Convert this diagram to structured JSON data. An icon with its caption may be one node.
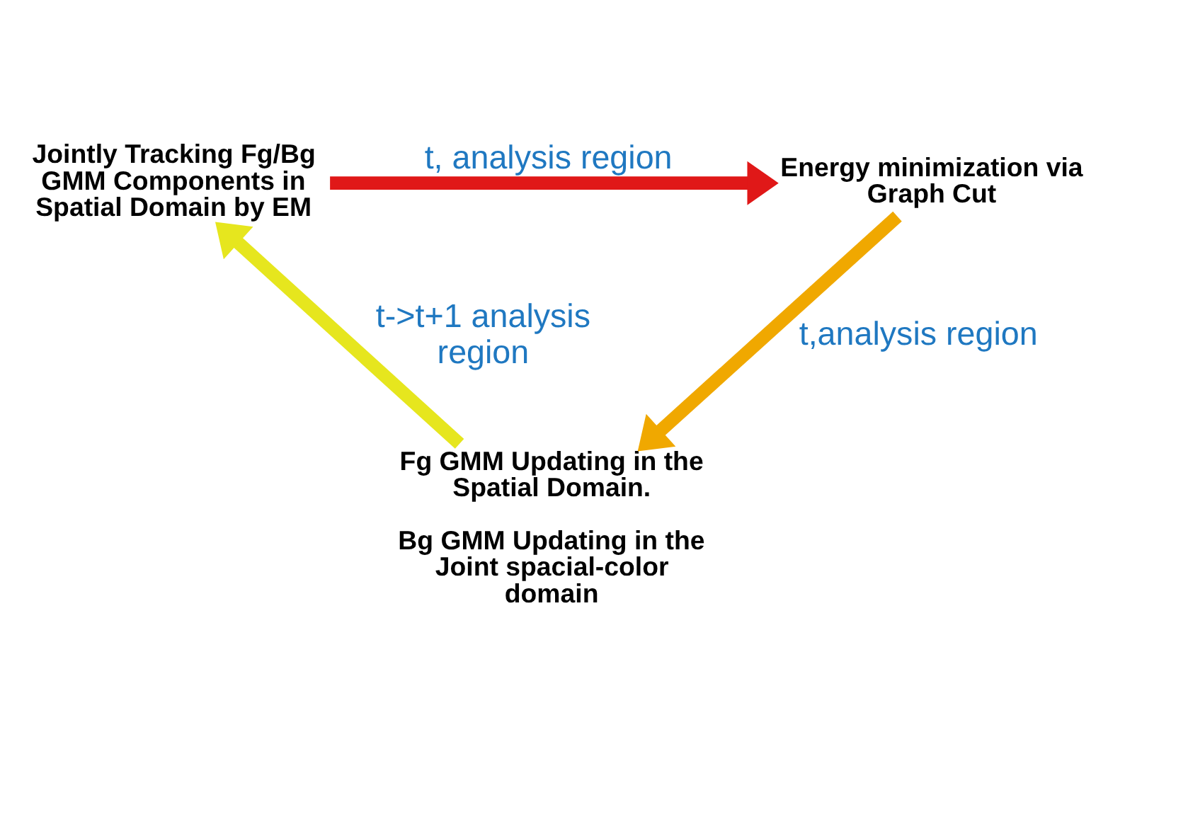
{
  "diagram": {
    "nodes": [
      {
        "text": [
          "Jointly Tracking Fg/Bg GMM Components in Spatial Domain by EM"
        ]
      },
      {
        "text": [
          "Energy minimization via Graph Cut"
        ]
      },
      {
        "text": [
          "Fg GMM Updating in the Spatial Domain.",
          "Bg GMM Updating in the Joint spacial-color domain"
        ]
      }
    ],
    "edges": [
      {
        "from": 0,
        "to": 1,
        "arrow": "to",
        "label": "t, analysis region",
        "color": "#e01818"
      },
      {
        "from": 1,
        "to": 2,
        "arrow": "to",
        "label": "t,analysis region",
        "color": "#f0a800"
      },
      {
        "from": 2,
        "to": 0,
        "arrow": "to",
        "label": "t->t+1 analysis region",
        "color": "#e6e61e"
      }
    ]
  }
}
